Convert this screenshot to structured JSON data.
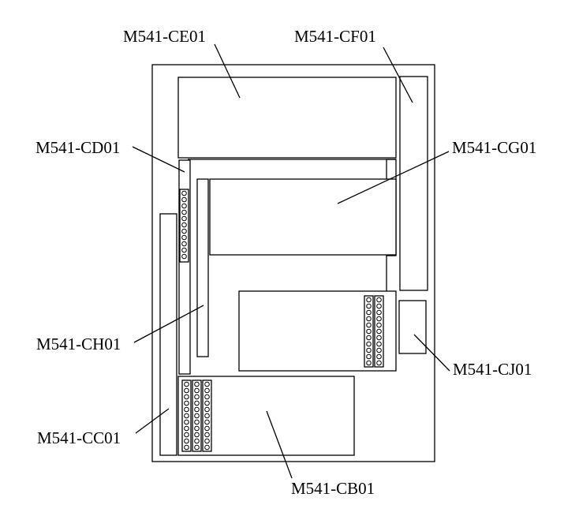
{
  "diagram": {
    "labels": {
      "ce01": "M541-CE01",
      "cf01": "M541-CF01",
      "cd01": "M541-CD01",
      "cg01": "M541-CG01",
      "ch01": "M541-CH01",
      "cj01": "M541-CJ01",
      "cc01": "M541-CC01",
      "cb01": "M541-CB01"
    },
    "colors": {
      "line": "#000000",
      "background": "#ffffff"
    }
  }
}
